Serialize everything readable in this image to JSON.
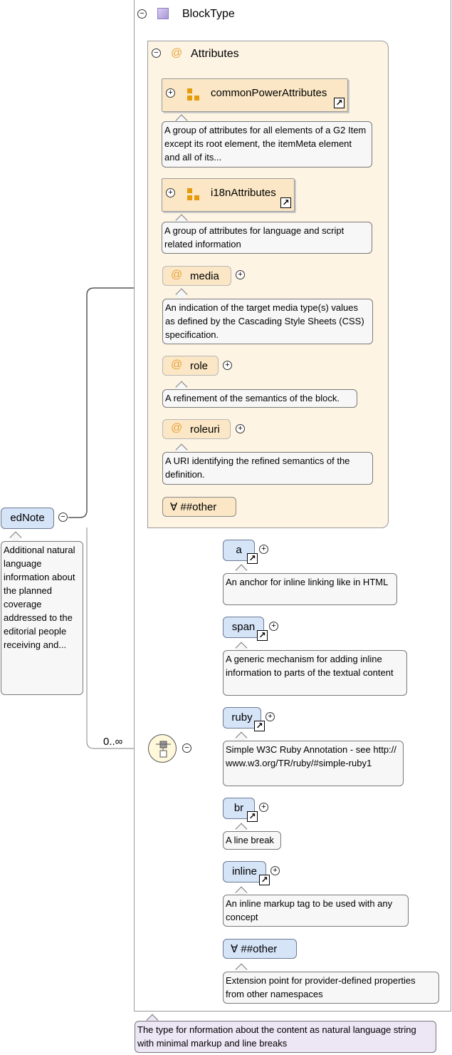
{
  "root": {
    "name": "edNote",
    "doc": "Additional natural language information about the planned coverage addressed to the editorial people receiving and..."
  },
  "type": {
    "name": "BlockType",
    "doc": "The type for nformation about the content as natural language string with minimal markup and line breaks"
  },
  "attributes": {
    "title": "Attributes",
    "groups": [
      {
        "name": "commonPowerAttributes",
        "doc": "A group of attributes for all elements of a G2 Item except its root element, the itemMeta element and all of its..."
      },
      {
        "name": "i18nAttributes",
        "doc": "A group of attributes for language and script related information"
      }
    ],
    "items": [
      {
        "name": "media",
        "doc": "An indication of the target media type(s) values as defined by the Cascading Style Sheets (CSS) specification."
      },
      {
        "name": "role",
        "doc": "A refinement of the semantics of the block."
      },
      {
        "name": "roleuri",
        "doc": "A URI identifying the refined semantics of the definition."
      }
    ],
    "any": "∀ ##other"
  },
  "sequence": {
    "cardinality": "0..∞",
    "children": [
      {
        "name": "a",
        "doc": "An anchor for inline linking like in HTML"
      },
      {
        "name": "span",
        "doc": "A generic mechanism for adding inline information to parts of the textual content"
      },
      {
        "name": "ruby",
        "doc": "Simple W3C Ruby Annotation - see http://www.w3.org/TR/ruby/#simple-ruby1"
      },
      {
        "name": "br",
        "doc": "A line break"
      },
      {
        "name": "inline",
        "doc": "An inline markup tag to be used with any concept"
      }
    ],
    "any": {
      "name": "∀ ##other",
      "doc": "Extension point for provider-defined properties from other namespaces"
    }
  },
  "icons": {
    "at": "@",
    "plus": "+",
    "minus": "−",
    "link": "↗"
  },
  "colors": {
    "attr_bg": "#fdf4e4",
    "attr_item": "#fbe7c5",
    "element": "#d6e4f8",
    "type_doc": "#ece6f5",
    "group_icon": "#e59b0b",
    "at_sign": "#e8a23a"
  }
}
